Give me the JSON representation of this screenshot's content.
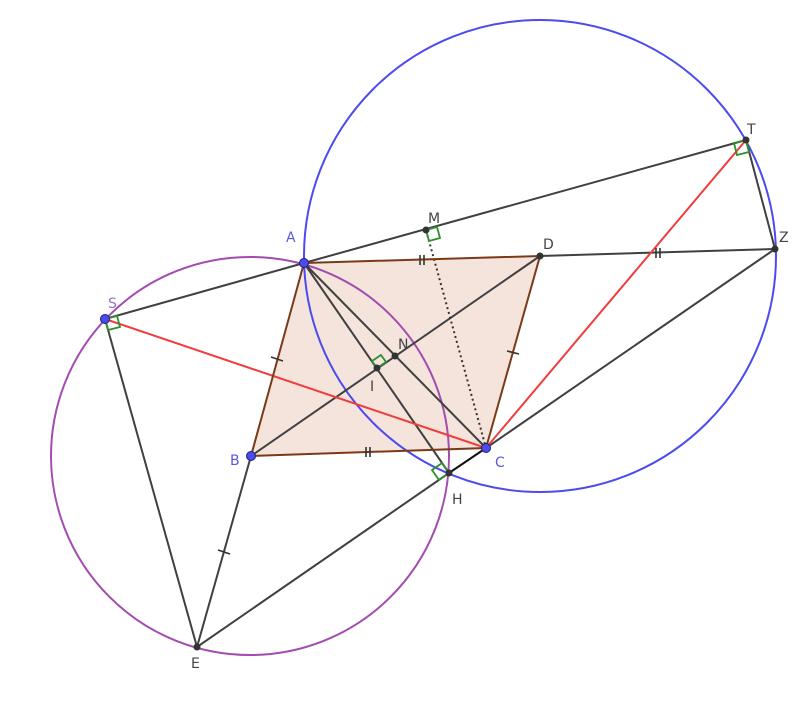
{
  "figure": {
    "labels": {
      "A": "A",
      "B": "B",
      "C": "C",
      "D": "D",
      "E": "E",
      "H": "H",
      "I": "I",
      "M": "M",
      "N": "N",
      "S": "S",
      "T": "T",
      "Z": "Z"
    },
    "colors": {
      "segment": "#404040",
      "parallelogram_edge": "#7a3a17",
      "parallelogram_fill": "#f4e4dc",
      "circle_blue": "#4b4bef",
      "circle_purple": "#a34bb0",
      "red_segment": "#f03c3c",
      "right_angle_mark": "#2f8f2f",
      "point_blue": "#4b4bef",
      "point_dark": "#333333"
    }
  }
}
